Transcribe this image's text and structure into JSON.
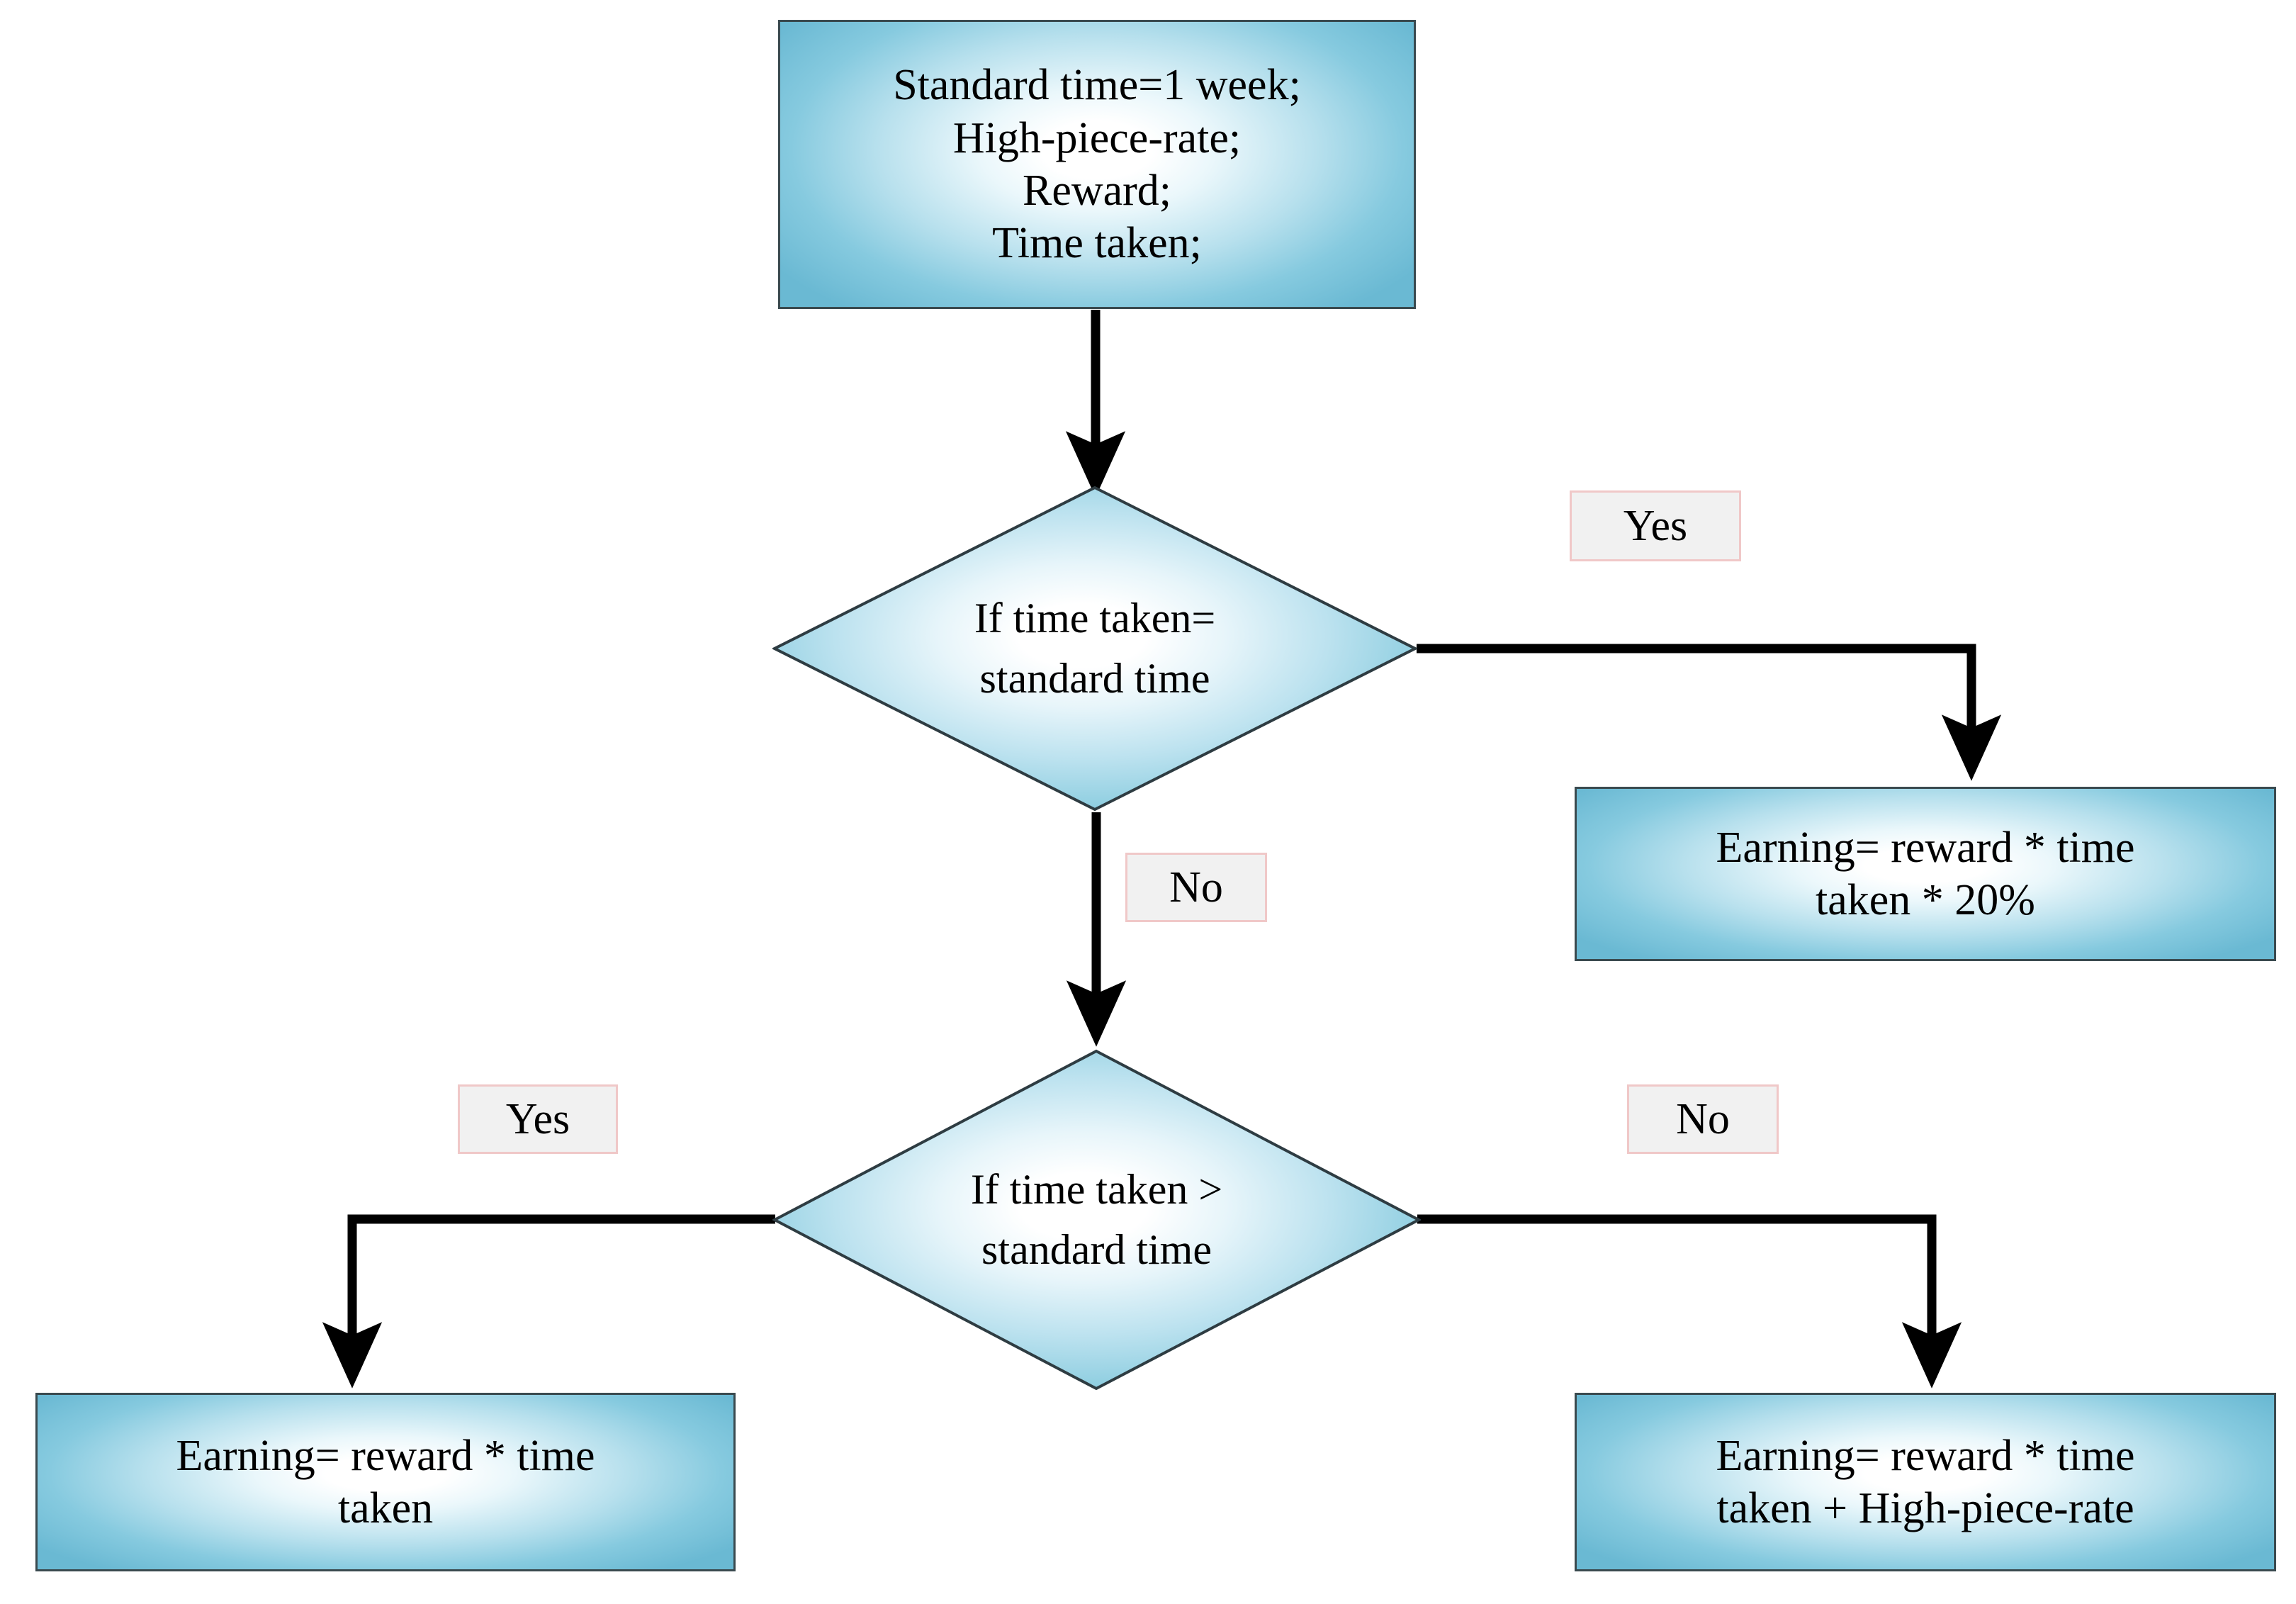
{
  "diagram": {
    "type": "flowchart",
    "title": "High piece rate earning calculation flowchart",
    "colors": {
      "node_fill_edge": "#6ab9d3",
      "node_fill_center": "#ffffff",
      "node_border": "#3a4a4f",
      "label_fill": "#f1f1f1",
      "label_border": "#f0c8c8",
      "connector": "#000000",
      "background": "#ffffff"
    },
    "nodes": {
      "start": {
        "shape": "process",
        "text": "Standard time=1 week;\nHigh-piece-rate;\nReward;\nTime taken;"
      },
      "decision_equal": {
        "shape": "decision",
        "text": "If time taken=\nstandard time"
      },
      "decision_greater": {
        "shape": "decision",
        "text": "If time taken >\nstandard time"
      },
      "earning_20pct": {
        "shape": "process",
        "text": "Earning= reward * time\ntaken * 20%"
      },
      "earning_plain": {
        "shape": "process",
        "text": "Earning= reward * time\ntaken"
      },
      "earning_highrate": {
        "shape": "process",
        "text": "Earning= reward * time\ntaken + High-piece-rate"
      }
    },
    "edge_labels": {
      "equal_yes": "Yes",
      "equal_no": "No",
      "greater_yes": "Yes",
      "greater_no": "No"
    },
    "edges": [
      {
        "from": "start",
        "to": "decision_equal",
        "label": ""
      },
      {
        "from": "decision_equal",
        "to": "earning_20pct",
        "label": "Yes"
      },
      {
        "from": "decision_equal",
        "to": "decision_greater",
        "label": "No"
      },
      {
        "from": "decision_greater",
        "to": "earning_plain",
        "label": "Yes"
      },
      {
        "from": "decision_greater",
        "to": "earning_highrate",
        "label": "No"
      }
    ]
  }
}
